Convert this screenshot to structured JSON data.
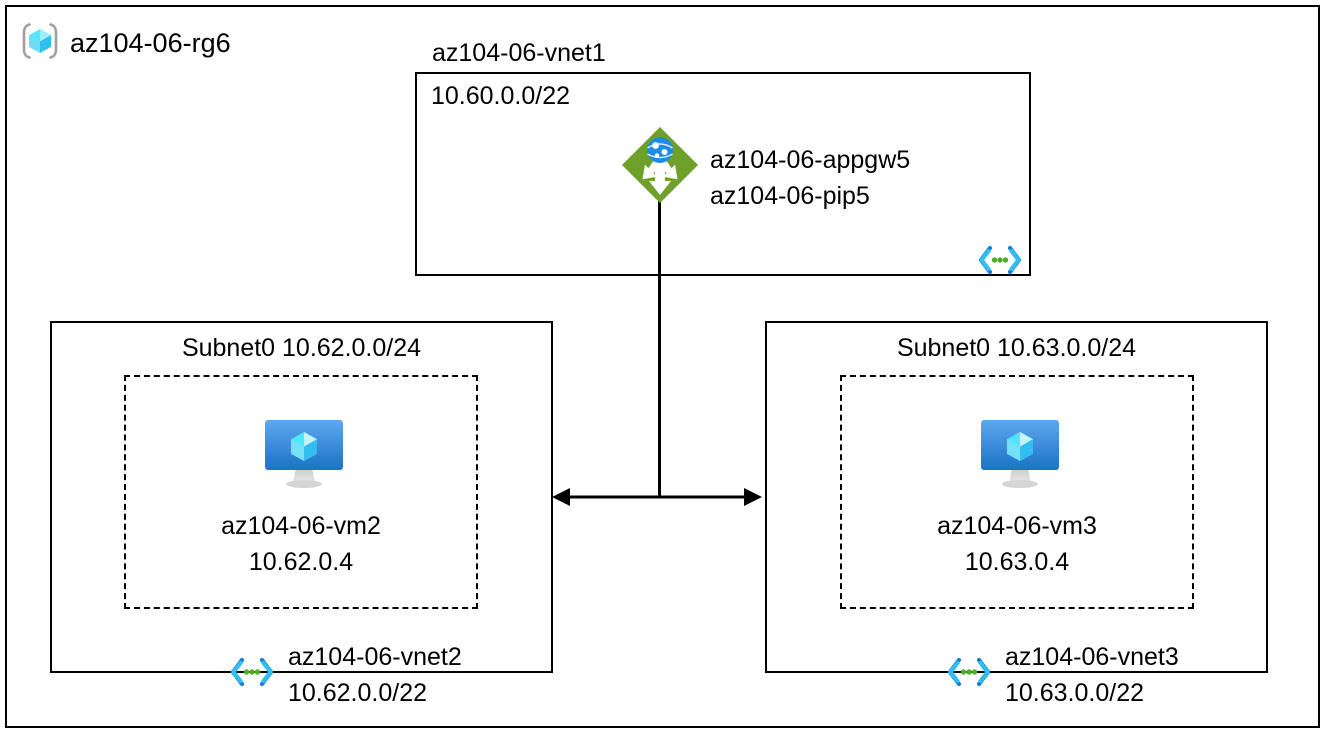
{
  "diagram": {
    "type": "azure-network-architecture",
    "resource_group": {
      "name": "az104-06-rg6",
      "icon": "resource-group-cube-icon"
    },
    "vnet1": {
      "name": "az104-06-vnet1",
      "cidr": "10.60.0.0/22",
      "appgw": {
        "name": "az104-06-appgw5",
        "public_ip": "az104-06-pip5",
        "icon": "application-gateway-icon"
      },
      "peering_icon": "vnet-peering-icon"
    },
    "vnet2": {
      "subnet_label": "Subnet0 10.62.0.0/24",
      "vm": {
        "name": "az104-06-vm2",
        "ip": "10.62.0.4",
        "icon": "virtual-machine-icon"
      },
      "name": "az104-06-vnet2",
      "cidr": "10.62.0.0/22",
      "peering_icon": "vnet-peering-icon"
    },
    "vnet3": {
      "subnet_label": "Subnet0 10.63.0.0/24",
      "vm": {
        "name": "az104-06-vm3",
        "ip": "10.63.0.4",
        "icon": "virtual-machine-icon"
      },
      "name": "az104-06-vnet3",
      "cidr": "10.63.0.0/22",
      "peering_icon": "vnet-peering-icon"
    },
    "connectors": {
      "appgw_to_peering": "vertical-line",
      "vnet2_vnet3_peering": "double-headed-arrow"
    },
    "colors": {
      "appgw_green": "#6fa02c",
      "appgw_globe_blue": "#1b8ce3",
      "vm_blue_top": "#54a3ee",
      "vm_blue_bottom": "#1b72c4",
      "cube_cyan": "#50e6ff",
      "cube_cyan_dark": "#27a9e0",
      "peering_blue": "#0f7fd6",
      "peering_cyan": "#32bff0",
      "peering_dot_green": "#4caf28",
      "rg_bracket_gray": "#a0a0a0",
      "stroke_black": "#000000"
    }
  }
}
